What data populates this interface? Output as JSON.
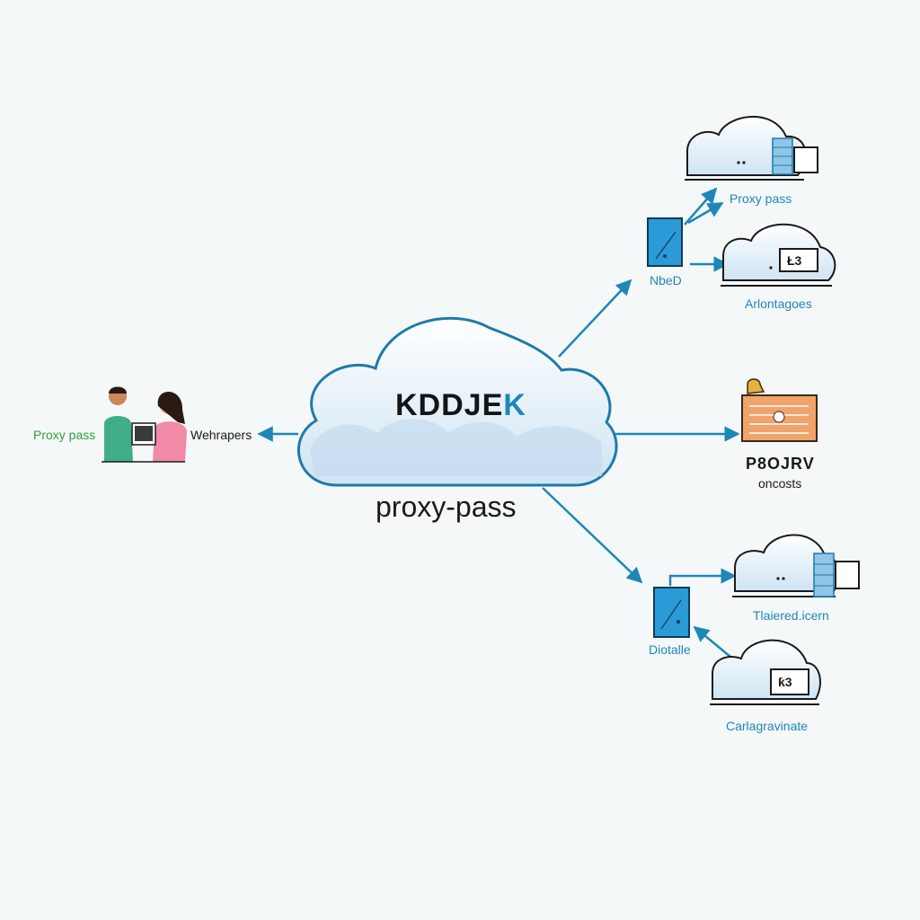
{
  "hub": {
    "title_main": "KDDJE",
    "title_accent": "K",
    "subtitle": "proxy-pass"
  },
  "left_group": {
    "label_left": "Proxy pass",
    "label_right": "Wehrapers"
  },
  "nodes": {
    "top_cloud_label": "Proxy pass",
    "top_device_label": "NbeD",
    "mid_cloud_box_text": "Ł3",
    "mid_cloud_label": "Arlontagoes",
    "right_panel_title": "P8OJRV",
    "right_panel_sub": "oncosts",
    "bottom_cloud_label": "Tlaiered.icern",
    "bottom_device_label": "Diotalle",
    "last_cloud_box_text": "ƙ3",
    "last_cloud_label": "Carlagravinate"
  },
  "colors": {
    "line": "#1f86b8",
    "cloud_stroke": "#1f7aa8",
    "cloud_fill": "#d6e9f6",
    "panel": "#f0a36a"
  }
}
